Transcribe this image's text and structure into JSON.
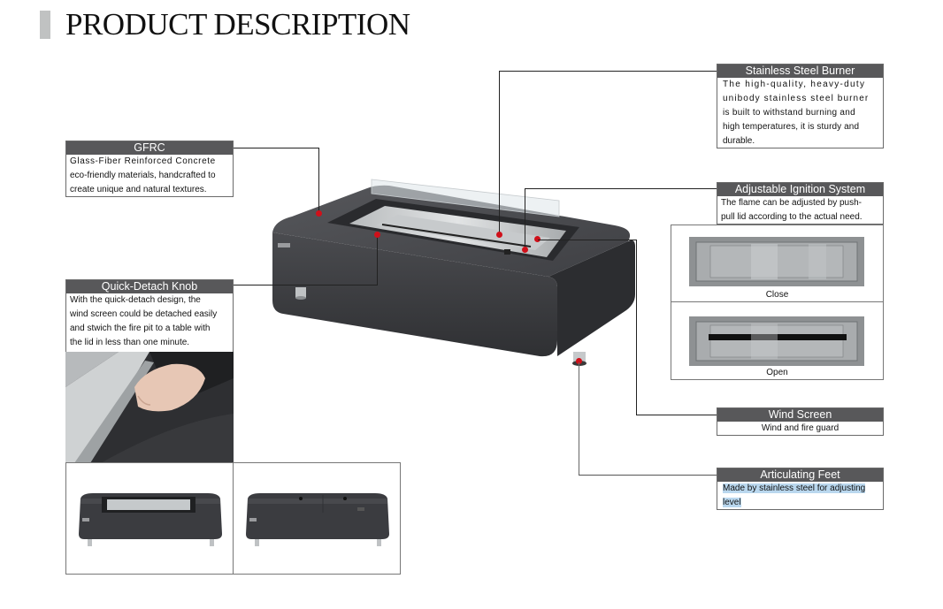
{
  "page": {
    "title": "PRODUCT DESCRIPTION"
  },
  "callouts": {
    "gfrc": {
      "heading": "GFRC",
      "lines": [
        "Glass-Fiber Reinforced Concrete",
        "eco-friendly materials, handcrafted to",
        "create unique and natural textures."
      ]
    },
    "stainless_burner": {
      "heading": "Stainless Steel Burner",
      "lines": [
        "The high-quality, heavy-duty",
        "unibody stainless steel burner",
        "is built to withstand burning and",
        "high temperatures, it is sturdy and",
        "durable."
      ]
    },
    "ignition": {
      "heading": "Adjustable Ignition System",
      "lines": [
        "The flame can be adjusted by push-",
        "pull lid according to the actual need."
      ]
    },
    "knob": {
      "heading": "Quick-Detach Knob",
      "lines": [
        "With the quick-detach design, the",
        "wind screen could be detached easily",
        "and stwich the fire pit to a table with",
        "the lid in less than one minute."
      ]
    },
    "wind_screen": {
      "heading": "Wind Screen",
      "lines": [
        "Wind and fire guard"
      ]
    },
    "feet": {
      "heading": "Articulating Feet",
      "lines": [
        "Made by stainless steel for adjusting",
        "level"
      ]
    }
  },
  "burner_states": {
    "close_label": "Close",
    "open_label": "Open"
  },
  "colors": {
    "header_bg": "#58585a",
    "marker": "#d0101a",
    "product_body": "#3c3d40",
    "highlight": "#b9d7ee"
  }
}
